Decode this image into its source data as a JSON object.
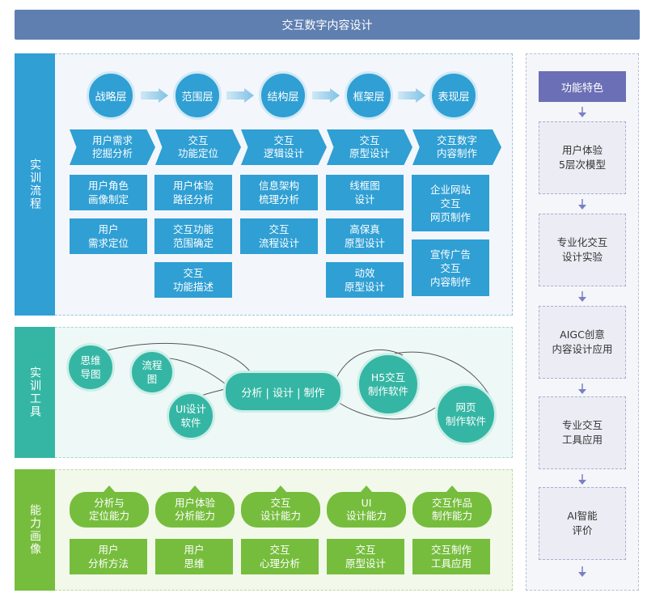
{
  "title": "交互数字内容设计",
  "sections": {
    "flow_label": "实训流程",
    "tools_label": "实训工具",
    "ability_label": "能力画像"
  },
  "flow": {
    "layers": [
      "战略层",
      "范围层",
      "结构层",
      "框架层",
      "表现层"
    ],
    "chevrons": [
      [
        "用户需求",
        "挖掘分析"
      ],
      [
        "交互",
        "功能定位"
      ],
      [
        "交互",
        "逻辑设计"
      ],
      [
        "交互",
        "原型设计"
      ],
      [
        "交互数字",
        "内容制作"
      ]
    ],
    "boxes": [
      [
        [
          "用户角色",
          "画像制定"
        ],
        [
          "用户",
          "需求定位"
        ]
      ],
      [
        [
          "用户体验",
          "路径分析"
        ],
        [
          "交互功能",
          "范围确定"
        ],
        [
          "交互",
          "功能描述"
        ]
      ],
      [
        [
          "信息架构",
          "梳理分析"
        ],
        [
          "交互",
          "流程设计"
        ]
      ],
      [
        [
          "线框图",
          "设计"
        ],
        [
          "高保真",
          "原型设计"
        ],
        [
          "动效",
          "原型设计"
        ]
      ],
      [
        [
          "企业网站",
          "交互",
          "网页制作"
        ],
        [
          "宣传广告",
          "交互",
          "内容制作"
        ]
      ]
    ]
  },
  "tools": {
    "mind_map": [
      "思维",
      "导图"
    ],
    "flowchart": [
      "流程",
      "图"
    ],
    "ui_software": [
      "UI设计",
      "软件"
    ],
    "center": "分析 | 设计 | 制作",
    "h5_software": [
      "H5交互",
      "制作软件"
    ],
    "web_software": [
      "网页",
      "制作软件"
    ]
  },
  "ability": {
    "tabs": [
      [
        "分析与",
        "定位能力"
      ],
      [
        "用户体验",
        "分析能力"
      ],
      [
        "交互",
        "设计能力"
      ],
      [
        "UI",
        "设计能力"
      ],
      [
        "交互作品",
        "制作能力"
      ]
    ],
    "boxes": [
      [
        "用户",
        "分析方法"
      ],
      [
        "用户",
        "思维"
      ],
      [
        "交互",
        "心理分析"
      ],
      [
        "交互",
        "原型设计"
      ],
      [
        "交互制作",
        "工具应用"
      ]
    ]
  },
  "features": {
    "heading": "功能特色",
    "items": [
      [
        "用户体验",
        "5层次模型"
      ],
      [
        "专业化交互",
        "设计实验"
      ],
      [
        "AIGC创意",
        "内容设计应用"
      ],
      [
        "专业交互",
        "工具应用"
      ],
      [
        "AI智能",
        "评价"
      ]
    ]
  },
  "colors": {
    "title_bg": "#5f7fb0",
    "flow_blue": "#2f9fd4",
    "tools_teal": "#35b6a4",
    "ability_green": "#76bd3d",
    "feature_purple": "#6b6fb5"
  }
}
